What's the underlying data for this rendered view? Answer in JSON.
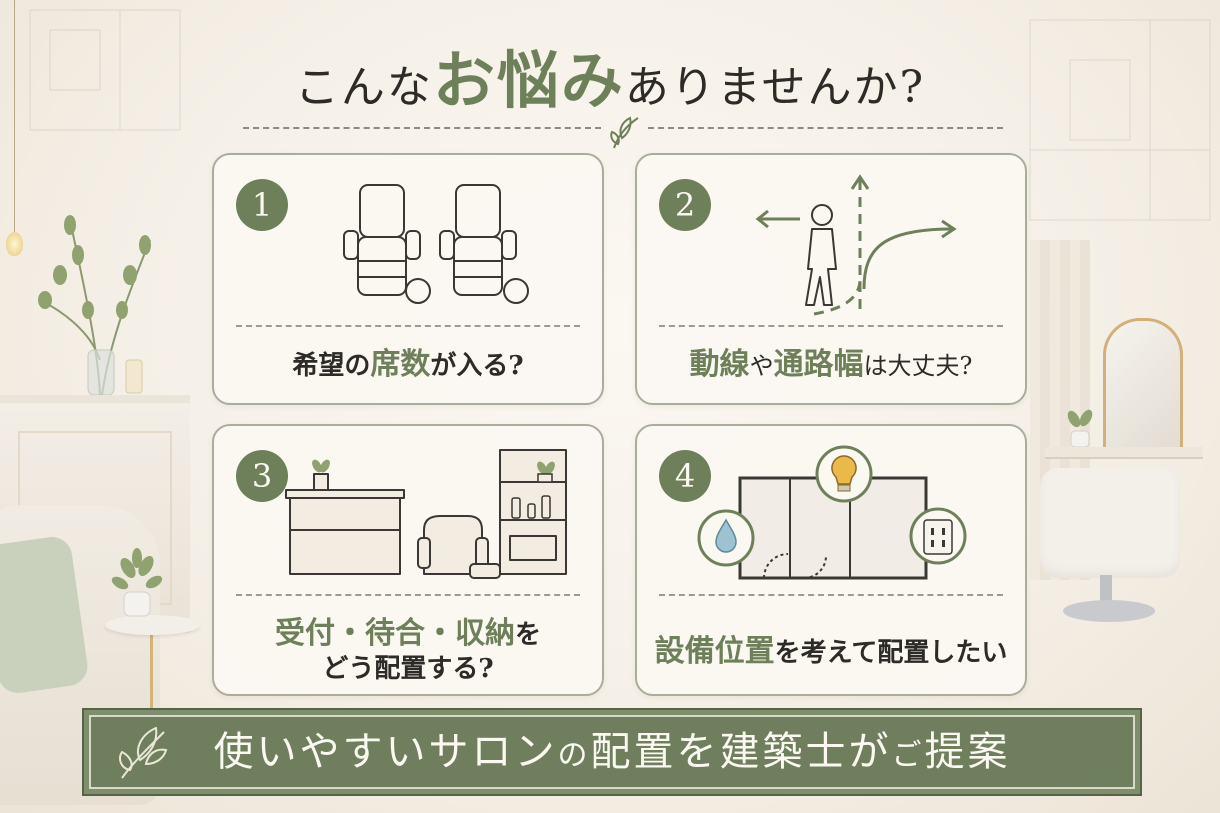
{
  "headline": {
    "before": "こんな",
    "accent": "お悩み",
    "after": "ありませんか?"
  },
  "cards": [
    {
      "number": "1",
      "caption_parts": [
        {
          "text": "希望の",
          "style": "plain"
        },
        {
          "text": "席数",
          "style": "hl"
        },
        {
          "text": "が入る?",
          "style": "plain"
        }
      ]
    },
    {
      "number": "2",
      "caption_parts": [
        {
          "text": "動線",
          "style": "hl"
        },
        {
          "text": "や",
          "style": "sm"
        },
        {
          "text": "通路幅",
          "style": "hl"
        },
        {
          "text": "は大丈夫?",
          "style": "plain"
        }
      ]
    },
    {
      "number": "3",
      "caption_line1": "受付・待合・収納",
      "caption_line1_suffix": "を",
      "caption_line2": "どう配置する?"
    },
    {
      "number": "4",
      "caption_parts": [
        {
          "text": "設備位置",
          "style": "hl"
        },
        {
          "text": "を考えて配置したい",
          "style": "plain"
        }
      ]
    }
  ],
  "banner": {
    "part1": "使いやすいサロン",
    "part2": "の",
    "part3": "配置を建築士が",
    "part4": "ご",
    "part5": "提案"
  },
  "colors": {
    "accent_green": "#6e8059",
    "text_dark": "#2c2b28",
    "bulb": "#e9b949",
    "water": "#9cc3cf"
  }
}
